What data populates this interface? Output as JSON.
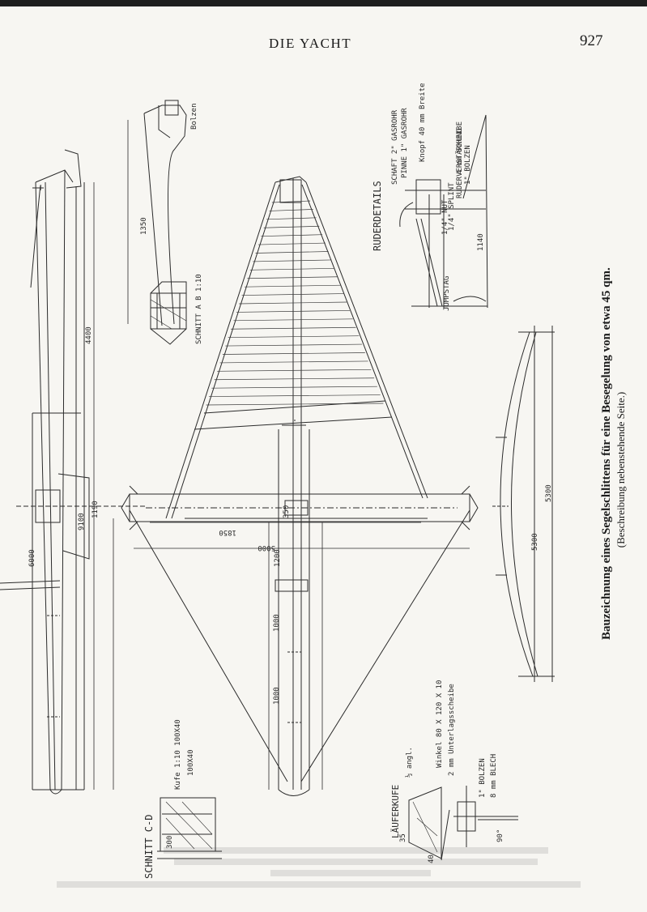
{
  "header": {
    "title": "DIE YACHT",
    "page_number": "927"
  },
  "caption": {
    "main": "Bauzeichnung eines Segelschlittens für eine Besegelung von etwa 45 qm.",
    "sub": "(Beschreibung nebenstehende Seite.)"
  },
  "drawing": {
    "dims": {
      "d9100": "9100",
      "d6000": "6000",
      "d4400": "4400",
      "d1350": "1350",
      "d1850": "1850",
      "d5000": "5000",
      "d1000a": "1000",
      "d1000b": "1000",
      "d1200": "1200",
      "d1140": "1140",
      "d5300a": "5300",
      "d5300b": "5300",
      "d1190": "1190",
      "d300": "300",
      "d350": "350",
      "d100x40": "100X40",
      "d90": "90°",
      "d35": "35",
      "d40": "40"
    },
    "labels": {
      "schnitt_ab": "SCHNITT A B 1:10",
      "schnitt_cd": "SCHNITT C-D",
      "ruderdetails": "RUDERDETAILS",
      "laeuferkufe": "LÄUFERKUFE",
      "bolzen": "1\" BOLZEN",
      "blech": "8 mm BLECH",
      "jumpstag": "JUMPSTAG",
      "splint": "1/4\" SPLINT",
      "scheibe": "4 mm SCHEIBE",
      "nut": "1/4\" NUT",
      "bolzen2": "1\" BOLZEN",
      "ruderverstaerkung": "RUDERVERSTÄRKUNG",
      "schaft": "SCHAFT 2\" GASROHR",
      "pinne": "PINNE 1\" GASROHR",
      "knopf": "Knopf 40 mm Breite",
      "winkel": "Winkel 80 X 120 X 10",
      "unterlage": "2 mm Unterlagsscheibe",
      "kuefe": "Kufe 1:10 100X40",
      "bolzen_ab": "Bolzen",
      "angl1": "½ angl."
    }
  }
}
